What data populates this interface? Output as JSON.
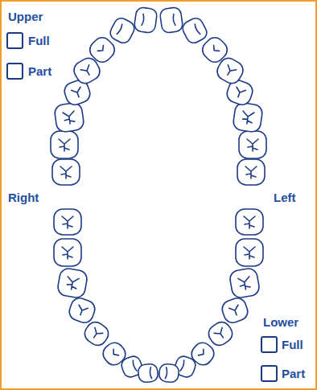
{
  "diagram": {
    "labels": [
      "Upper",
      "Full",
      "Part",
      "Right",
      "Left",
      "Lower",
      "Full",
      "Part"
    ]
  }
}
